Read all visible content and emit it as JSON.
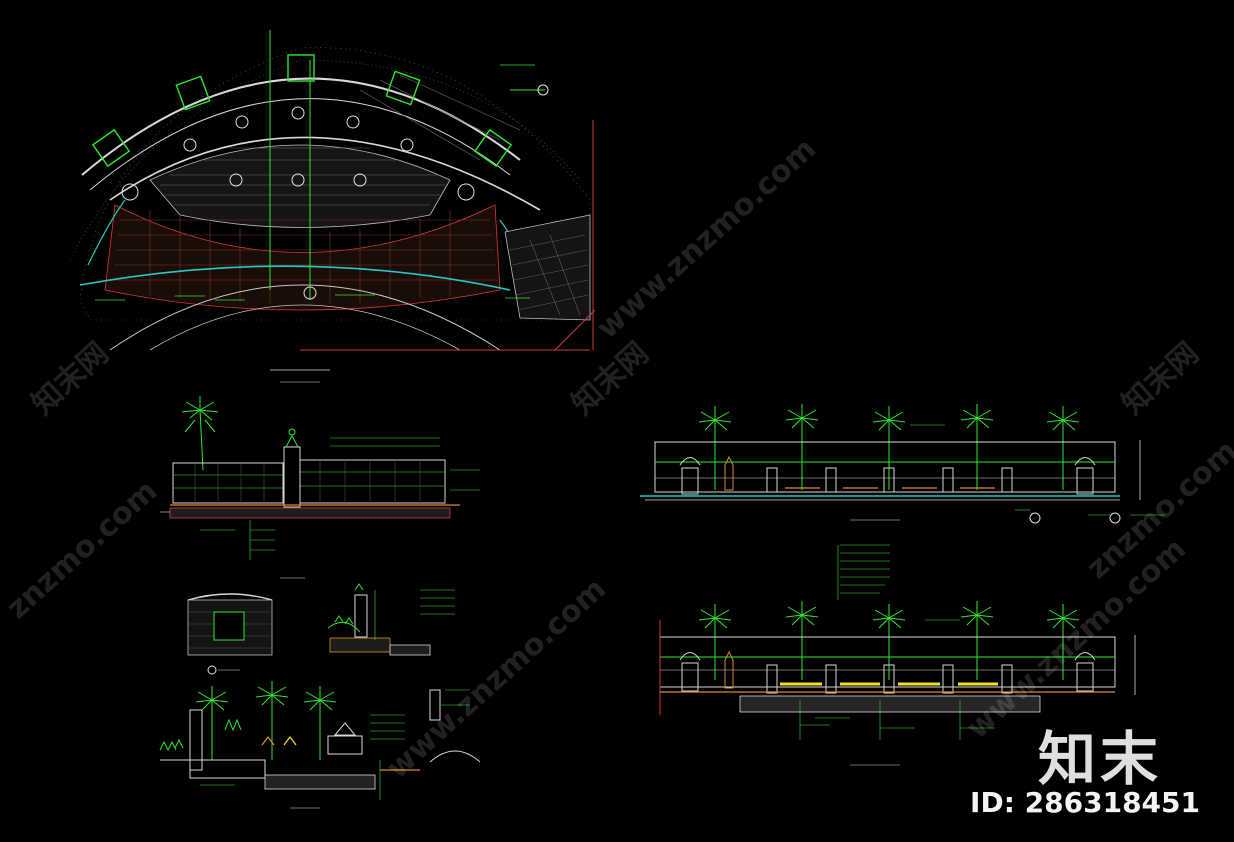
{
  "watermark": {
    "site": "www.znzmo.com",
    "site_short": "znzmo.com",
    "brand_cn": "知末网",
    "brand_logo": "知末",
    "id_label": "ID: 286318451"
  },
  "colors": {
    "background": "#000000",
    "linework_white": "#d8d8d8",
    "linework_green": "#2ee82e",
    "linework_cyan": "#27c7c7",
    "linework_red": "#d43a3a",
    "linework_yellow": "#f0e020",
    "linework_orange": "#e08a2a"
  },
  "drawings": [
    {
      "view": "arc-plaza-plan"
    },
    {
      "view": "wall-elevation-left"
    },
    {
      "view": "pool-detail"
    },
    {
      "view": "wall-detail"
    },
    {
      "view": "planter-section"
    },
    {
      "view": "elevation-right-top"
    },
    {
      "view": "section-right-bottom"
    }
  ]
}
